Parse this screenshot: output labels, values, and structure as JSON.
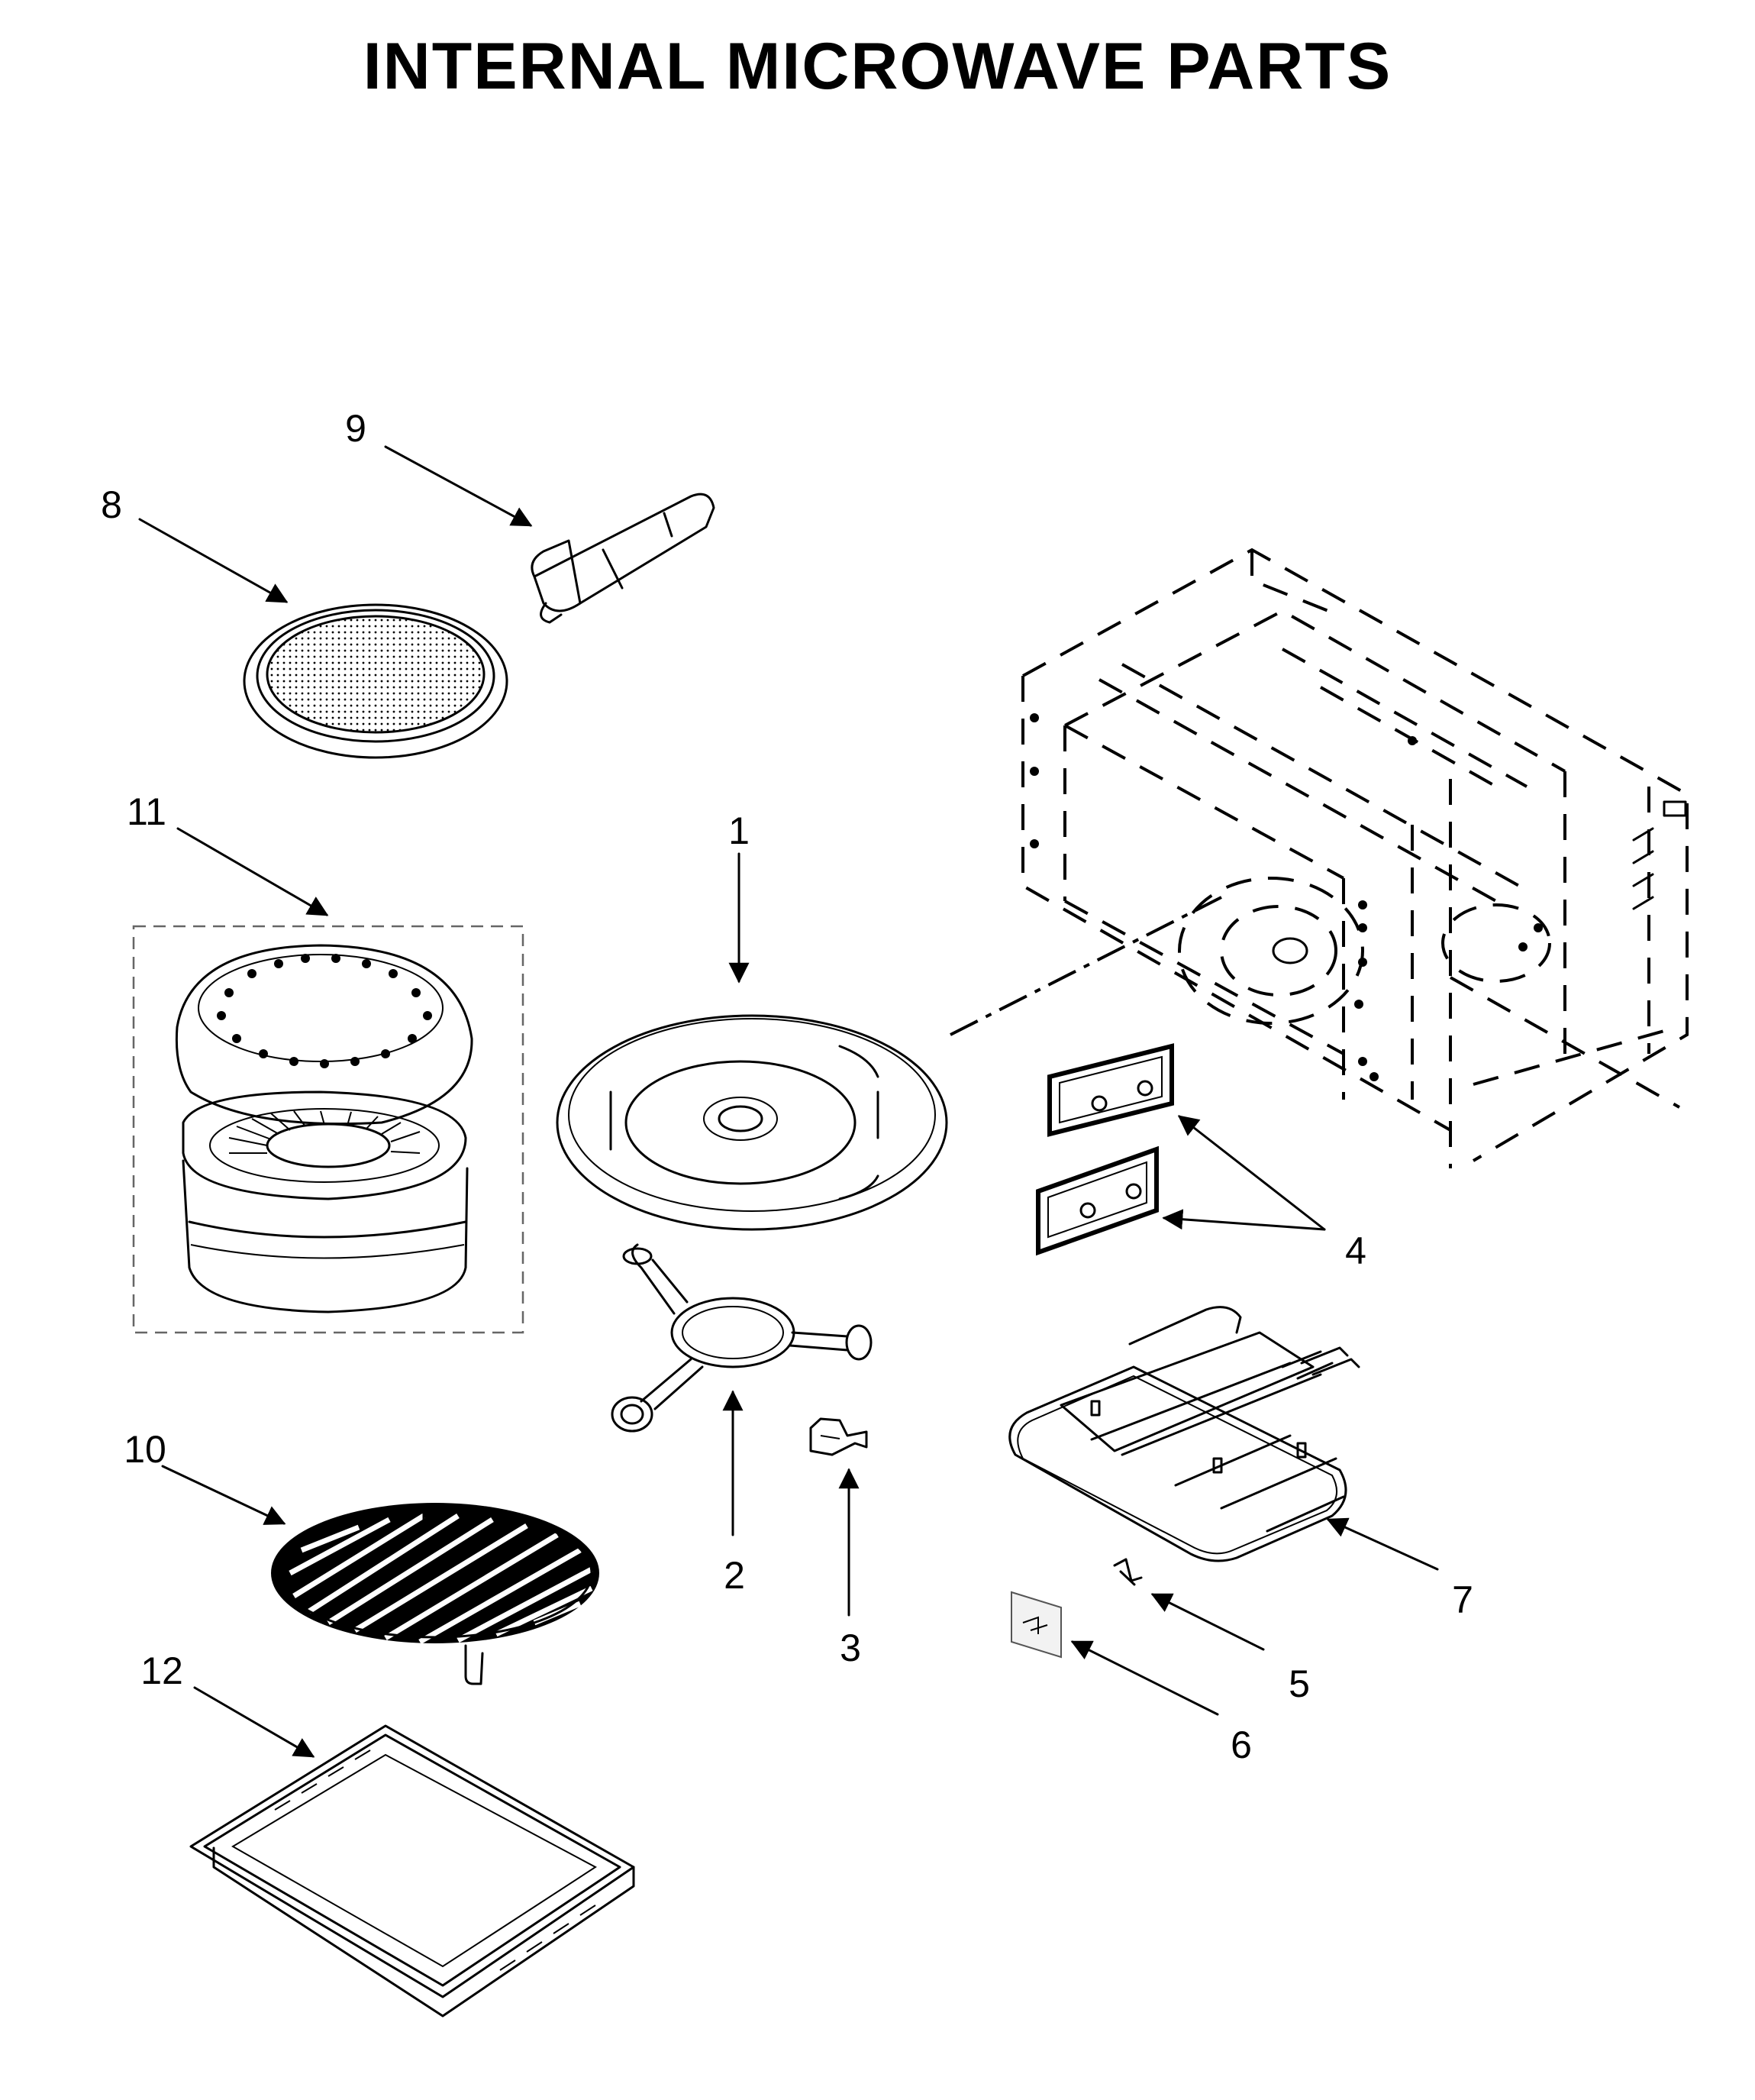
{
  "title": "INTERNAL MICROWAVE PARTS",
  "callouts": [
    {
      "id": "1",
      "label": "1"
    },
    {
      "id": "2",
      "label": "2"
    },
    {
      "id": "3",
      "label": "3"
    },
    {
      "id": "4",
      "label": "4"
    },
    {
      "id": "5",
      "label": "5"
    },
    {
      "id": "6",
      "label": "6"
    },
    {
      "id": "7",
      "label": "7"
    },
    {
      "id": "8",
      "label": "8"
    },
    {
      "id": "9",
      "label": "9"
    },
    {
      "id": "10",
      "label": "10"
    },
    {
      "id": "11",
      "label": "11"
    },
    {
      "id": "12",
      "label": "12"
    }
  ]
}
